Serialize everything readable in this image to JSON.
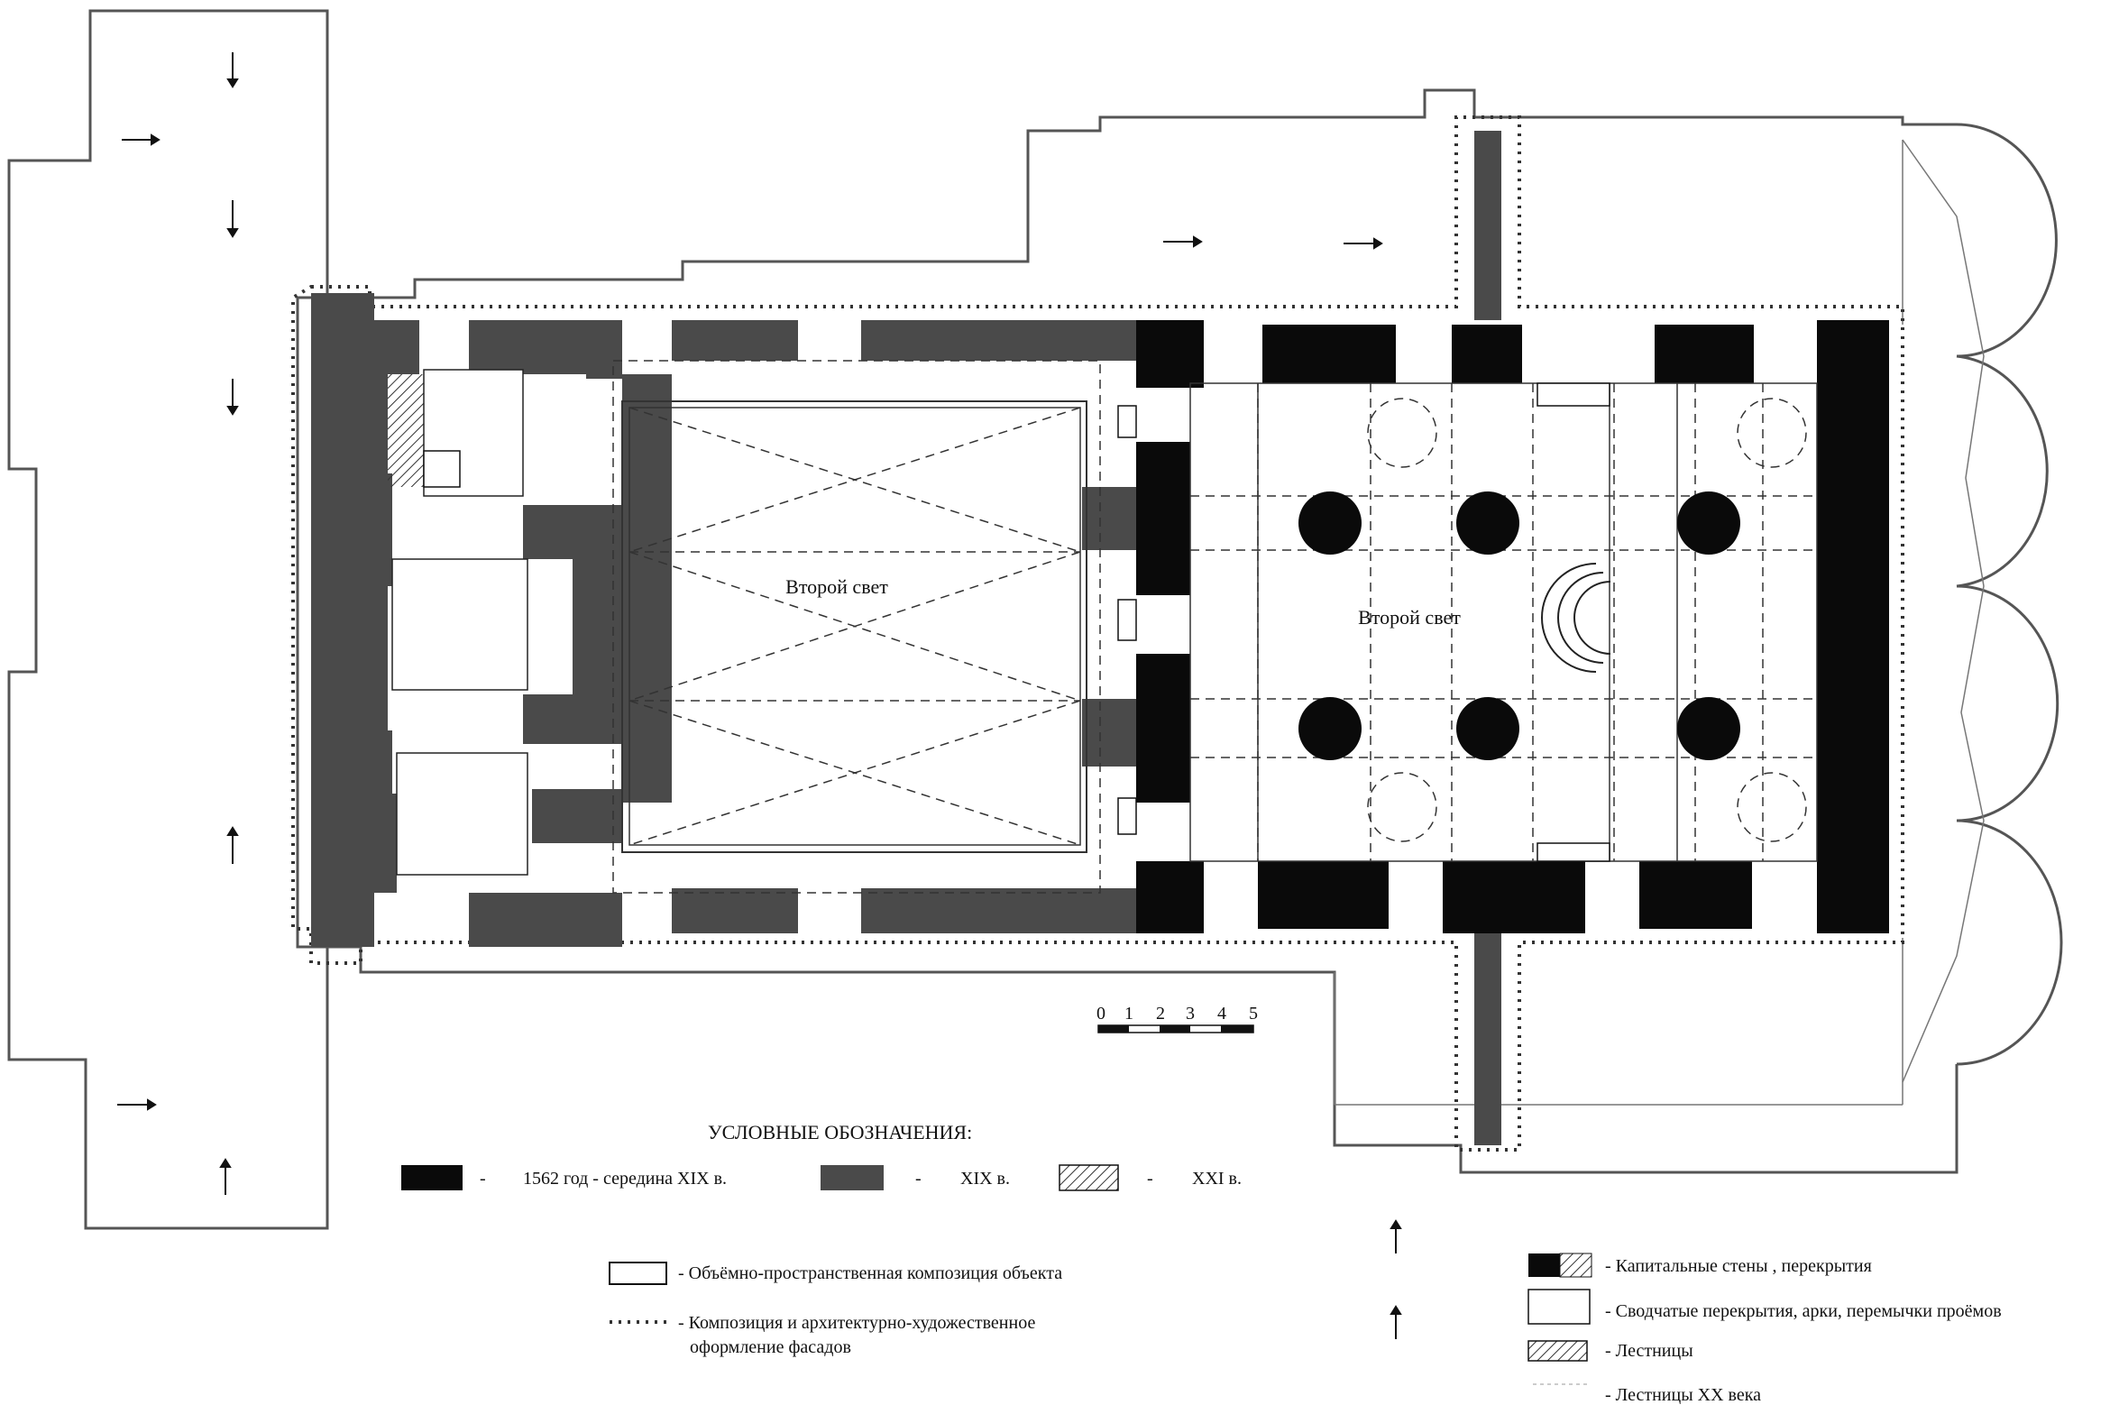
{
  "colors": {
    "period_1562": "#0a0a0a",
    "period_xix": "#4a4a4a",
    "outline": "#555555",
    "paper": "#ffffff"
  },
  "rooms": {
    "west_hall": "Второй свет",
    "east_hall": "Второй свет"
  },
  "scale": {
    "ticks": [
      "0",
      "1",
      "2",
      "3",
      "4",
      "5"
    ]
  },
  "legend": {
    "title": "УСЛОВНЫЕ ОБОЗНАЧЕНИЯ:",
    "dash": "-",
    "periods": [
      {
        "label": "1562 год - середина XIX в."
      },
      {
        "label": "XIX в."
      },
      {
        "label": "XXI в."
      }
    ],
    "composition": "- Объёмно-пространственная композиция объекта",
    "facades_line1": "- Композиция и архитектурно-художественное",
    "facades_line2": "оформление фасадов",
    "walls": "- Капитальные стены , перекрытия",
    "vaults": "- Сводчатые перекрытия, арки, перемычки проёмов",
    "stairs": "- Лестницы",
    "stairs_xx": "- Лестницы XX века"
  }
}
